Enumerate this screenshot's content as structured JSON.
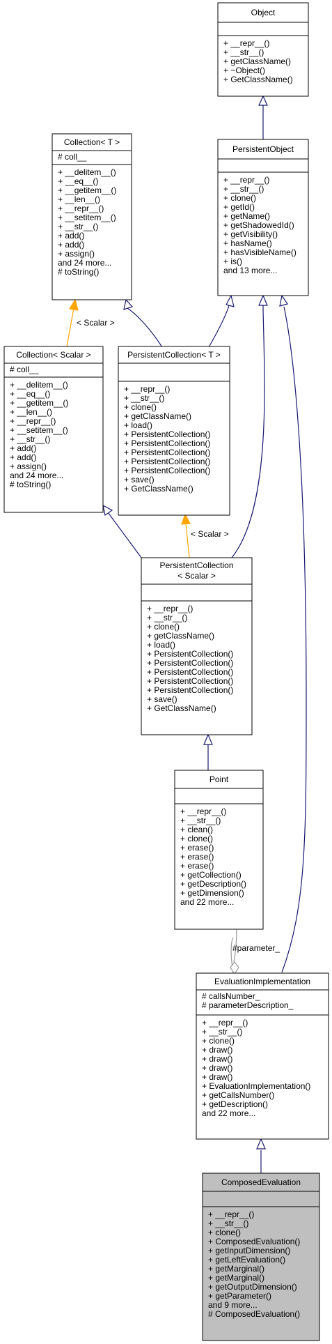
{
  "classes": {
    "object": {
      "name": "Object",
      "attributes": [],
      "methods": [
        "+ __repr__()",
        "+ __str__()",
        "+ getClassName()",
        "+ ~Object()",
        "+ GetClassName()"
      ]
    },
    "collection_t": {
      "name": "Collection< T >",
      "attributes": [
        "# coll__"
      ],
      "methods": [
        "+ __delitem__()",
        "+ __eq__()",
        "+ __getitem__()",
        "+ __len__()",
        "+ __repr__()",
        "+ __setitem__()",
        "+ __str__()",
        "+ add()",
        "+ add()",
        "+ assign()",
        "and 24 more...",
        "# toString()"
      ]
    },
    "persistent_object": {
      "name": "PersistentObject",
      "attributes": [],
      "methods": [
        "+ __repr__()",
        "+ __str__()",
        "+ clone()",
        "+ getId()",
        "+ getName()",
        "+ getShadowedId()",
        "+ getVisibility()",
        "+ hasName()",
        "+ hasVisibleName()",
        "+ is()",
        "and 13 more..."
      ]
    },
    "collection_scalar": {
      "name": "Collection< Scalar >",
      "attributes": [
        "# coll__"
      ],
      "methods": [
        "+ __delitem__()",
        "+ __eq__()",
        "+ __getitem__()",
        "+ __len__()",
        "+ __repr__()",
        "+ __setitem__()",
        "+ __str__()",
        "+ add()",
        "+ add()",
        "+ assign()",
        "and 24 more...",
        "# toString()"
      ]
    },
    "persistent_collection_t": {
      "name": "PersistentCollection< T >",
      "attributes": [],
      "methods": [
        "+ __repr__()",
        "+ __str__()",
        "+ clone()",
        "+ getClassName()",
        "+ load()",
        "+ PersistentCollection()",
        "+ PersistentCollection()",
        "+ PersistentCollection()",
        "+ PersistentCollection()",
        "+ PersistentCollection()",
        "+ save()",
        "+ GetClassName()"
      ]
    },
    "persistent_collection_scalar": {
      "name_line1": "PersistentCollection",
      "name_line2": "< Scalar >",
      "attributes": [],
      "methods": [
        "+ __repr__()",
        "+ __str__()",
        "+ clone()",
        "+ getClassName()",
        "+ load()",
        "+ PersistentCollection()",
        "+ PersistentCollection()",
        "+ PersistentCollection()",
        "+ PersistentCollection()",
        "+ PersistentCollection()",
        "+ save()",
        "+ GetClassName()"
      ]
    },
    "point": {
      "name": "Point",
      "attributes": [],
      "methods": [
        "+ __repr__()",
        "+ __str__()",
        "+ clean()",
        "+ clone()",
        "+ erase()",
        "+ erase()",
        "+ erase()",
        "+ getCollection()",
        "+ getDescription()",
        "+ getDimension()",
        "and 22 more..."
      ]
    },
    "evaluation_implementation": {
      "name": "EvaluationImplementation",
      "attributes": [
        "# callsNumber_",
        "# parameterDescription_"
      ],
      "methods": [
        "+ __repr__()",
        "+ __str__()",
        "+ clone()",
        "+ draw()",
        "+ draw()",
        "+ draw()",
        "+ draw()",
        "+ EvaluationImplementation()",
        "+ getCallsNumber()",
        "+ getDescription()",
        "and 22 more..."
      ]
    },
    "composed_evaluation": {
      "name": "ComposedEvaluation",
      "attributes": [],
      "methods": [
        "+ __repr__()",
        "+ __str__()",
        "+ clone()",
        "+ ComposedEvaluation()",
        "+ getInputDimension()",
        "+ getLeftEvaluation()",
        "+ getMarginal()",
        "+ getMarginal()",
        "+ getOutputDimension()",
        "+ getParameter()",
        "and 9 more...",
        "# ComposedEvaluation()"
      ]
    }
  },
  "edge_labels": {
    "collection_scalar_template": "< Scalar >",
    "persistent_collection_scalar_template": "< Scalar >",
    "parameter_usage": "#parameter_"
  },
  "colors": {
    "inheritance": "#191970",
    "template_instance": "#ffa500",
    "usage": "#9a9a9a",
    "highlight_fill": "#bfbfbf"
  }
}
